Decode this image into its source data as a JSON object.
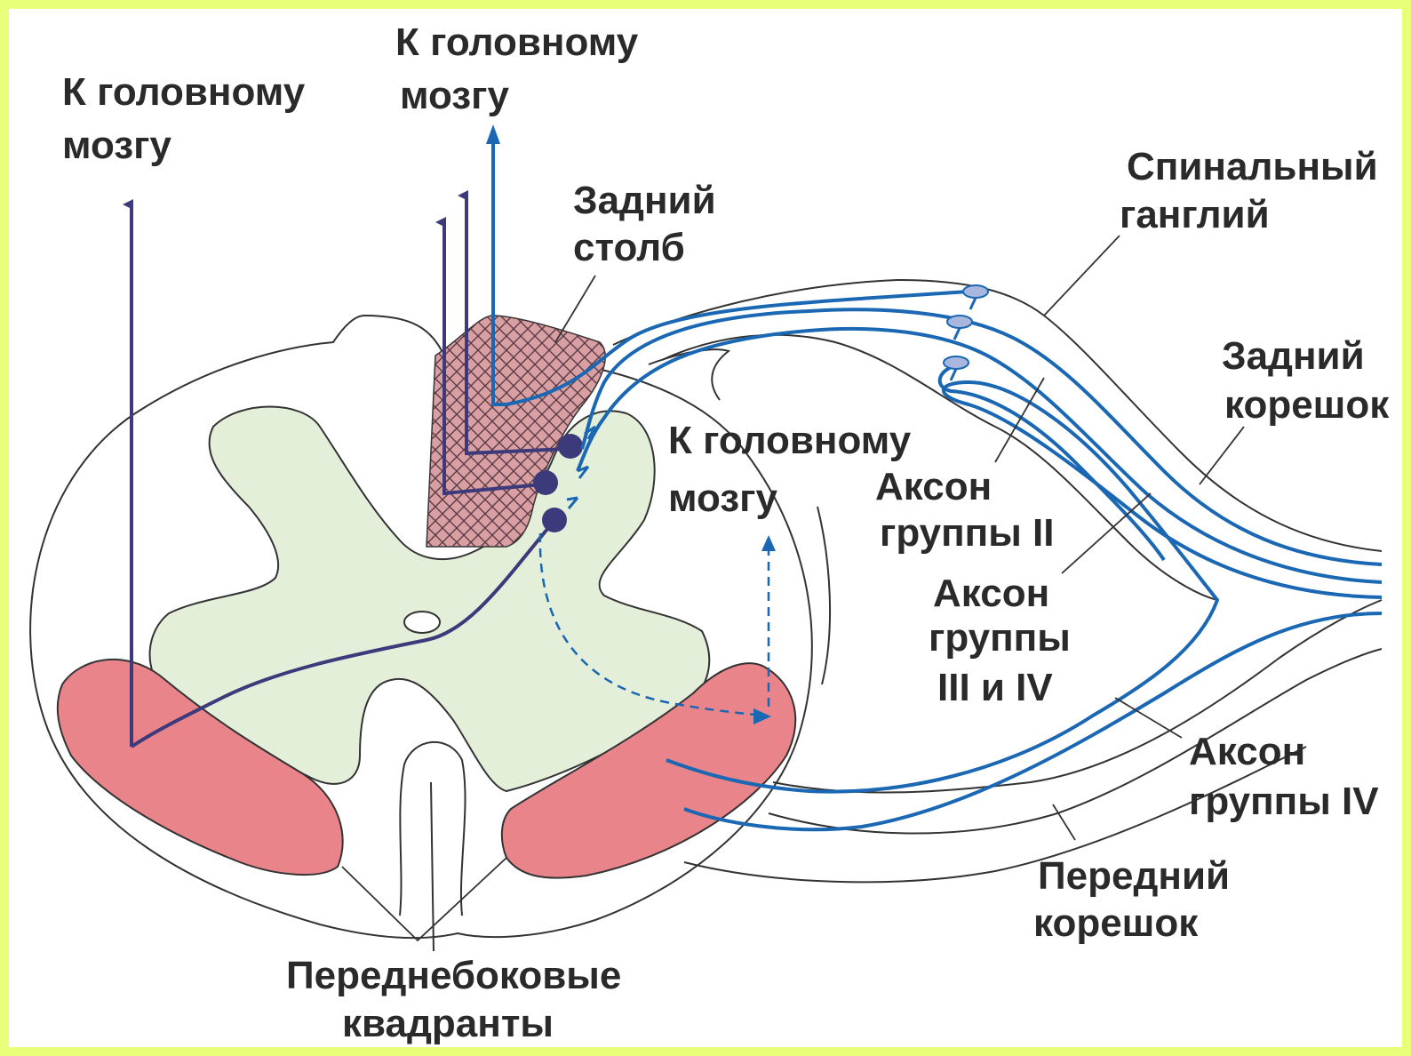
{
  "labels": {
    "to_brain_1": [
      "К головному",
      "мозгу"
    ],
    "to_brain_2": [
      "К головному",
      "мозгу"
    ],
    "to_brain_3": [
      "К головному",
      "мозгу"
    ],
    "posterior_column": [
      "Задний",
      "столб"
    ],
    "spinal_ganglion": [
      "Спинальный",
      "ганглий"
    ],
    "posterior_root": [
      "Задний",
      "корешок"
    ],
    "axon_group_2": [
      "Аксон",
      "группы II"
    ],
    "axon_group_3_4": [
      "Аксон",
      "группы",
      "III и IV"
    ],
    "axon_group_4": [
      "Аксон",
      "группы IV"
    ],
    "anterior_root": [
      "Передний",
      "корешок"
    ],
    "anterolateral_quadrants": [
      "Переднебоковые",
      "квадранты"
    ]
  },
  "colors": {
    "border": "#e8ff7a",
    "gray_matter": "#e3efd9",
    "quadrants": "#e9848a",
    "posterior_column": "#d9a0a3",
    "axons": "#1a67b3",
    "pathway": "#3c3a7a"
  }
}
